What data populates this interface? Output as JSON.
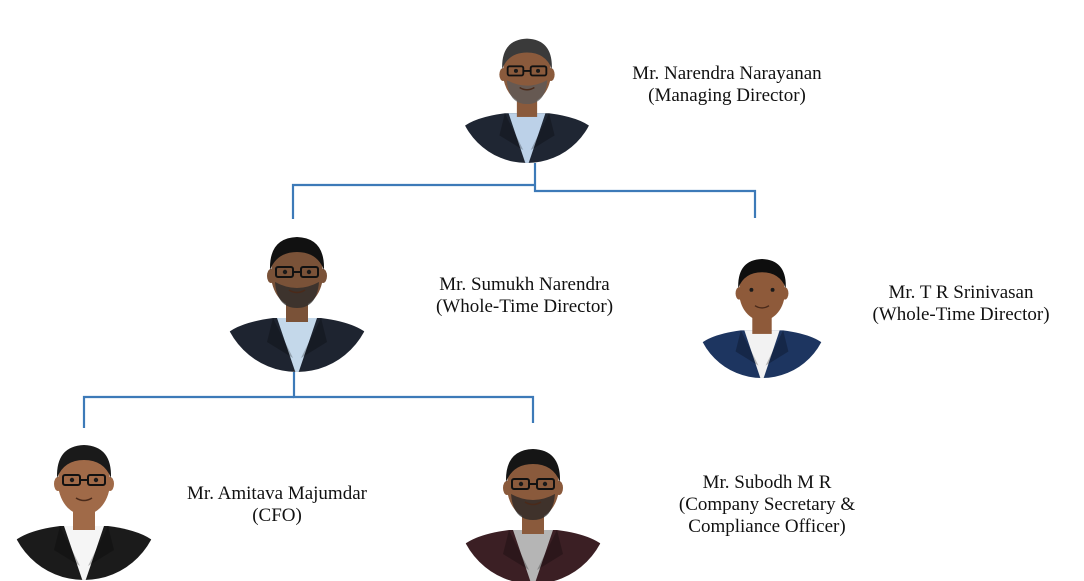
{
  "org_chart": {
    "connector_color": "#3d7ab8",
    "people": [
      {
        "id": "narendra-narayanan",
        "name": "Mr. Narendra Narayanan",
        "role_lines": [
          "(Managing Director)"
        ],
        "photo": {
          "skin": "#8a5a3c",
          "hair": "#3a3a3a",
          "beard": "#5a5a5a",
          "glasses": true,
          "jacket": "#1f2633",
          "shirt": "#bcd1e8",
          "tie": false
        }
      },
      {
        "id": "sumukh-narendra",
        "name": "Mr. Sumukh Narendra",
        "role_lines": [
          "(Whole-Time Director)"
        ],
        "photo": {
          "skin": "#7a5238",
          "hair": "#111111",
          "beard": "#2a2a2a",
          "glasses": true,
          "jacket": "#1e2430",
          "shirt": "#c4d8ea",
          "tie": false
        }
      },
      {
        "id": "t-r-srinivasan",
        "name": "Mr. T R Srinivasan",
        "role_lines": [
          "(Whole-Time Director)"
        ],
        "photo": {
          "skin": "#8e5a3a",
          "hair": "#0e0e0e",
          "beard": "",
          "glasses": false,
          "jacket": "#1d3560",
          "shirt": "#f2f2f2",
          "tie": false
        }
      },
      {
        "id": "amitava-majumdar",
        "name": "Mr. Amitava Majumdar",
        "role_lines": [
          "(CFO)"
        ],
        "photo": {
          "skin": "#a06a48",
          "hair": "#1a1a1a",
          "beard": "",
          "glasses": true,
          "jacket": "#1b1b1b",
          "shirt": "#f5f5f5",
          "tie": false
        }
      },
      {
        "id": "subodh-m-r",
        "name": "Mr. Subodh M R",
        "role_lines": [
          "(Company Secretary &",
          "Compliance Officer)"
        ],
        "photo": {
          "skin": "#8a5a3c",
          "hair": "#151515",
          "beard": "#262626",
          "glasses": true,
          "jacket": "#3b1f24",
          "shirt": "#b5b5b5",
          "tie": false
        }
      }
    ]
  }
}
